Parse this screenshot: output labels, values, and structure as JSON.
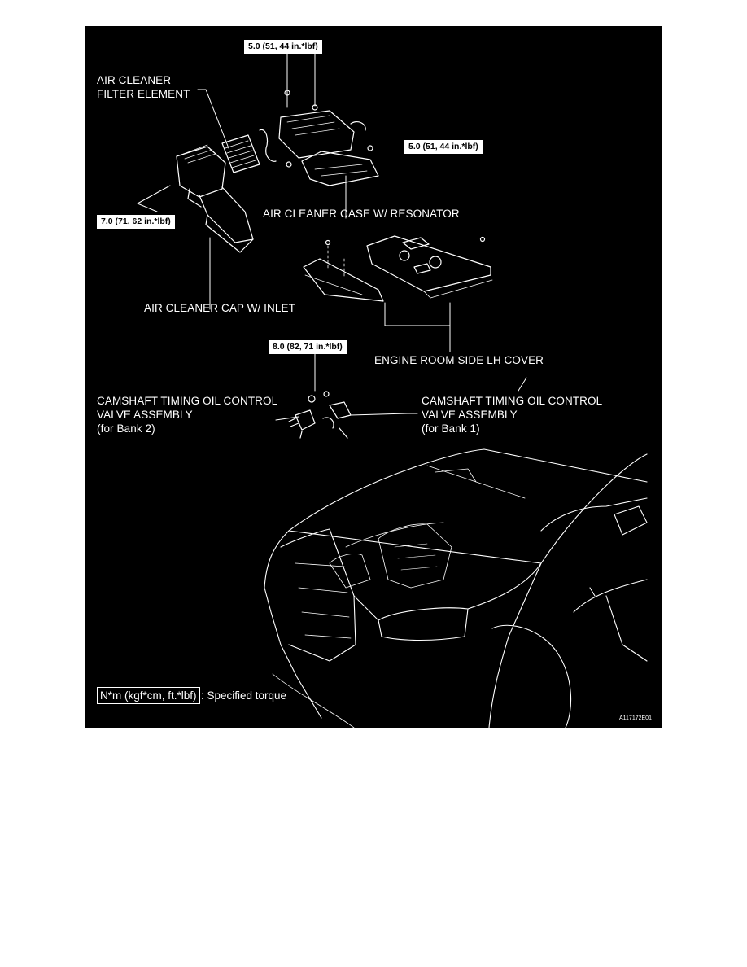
{
  "labels": {
    "air_cleaner_filter_element": "AIR CLEANER\nFILTER ELEMENT",
    "air_cleaner_case": "AIR CLEANER CASE W/ RESONATOR",
    "air_cleaner_cap": "AIR CLEANER CAP W/ INLET",
    "engine_room_cover": "ENGINE ROOM SIDE LH COVER",
    "ocv_bank2": "CAMSHAFT TIMING OIL CONTROL\nVALVE ASSEMBLY\n(for Bank 2)",
    "ocv_bank1": "CAMSHAFT TIMING OIL CONTROL\nVALVE ASSEMBLY\n(for Bank 1)"
  },
  "torques": {
    "top_bolts": "5.0 (51, 44 in.*lbf)",
    "case_bolts": "5.0 (51, 44 in.*lbf)",
    "cap_bolt": "7.0 (71, 62 in.*lbf)",
    "ocv_bolts": "8.0 (82, 71 in.*lbf)"
  },
  "legend": {
    "unit_box": "N*m (kgf*cm, ft.*lbf)",
    "description": ": Specified torque"
  },
  "figure_code": "A117172E01",
  "colors": {
    "background": "#000000",
    "line": "#ffffff"
  }
}
